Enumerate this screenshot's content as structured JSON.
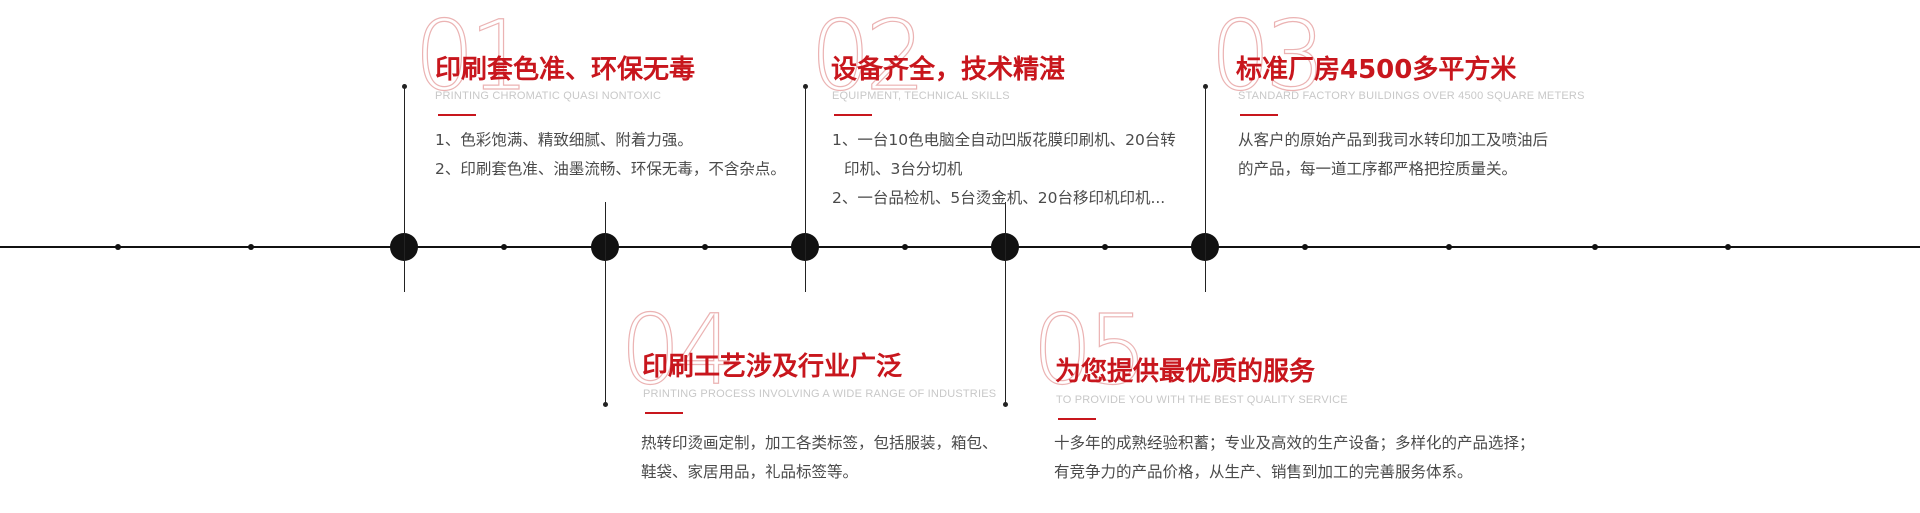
{
  "items": [
    {
      "number": "01",
      "title": "印刷套色准、环保无毒",
      "subtitle": "PRINTING CHROMATIC QUASI NONTOXIC",
      "lines": [
        "1、色彩饱满、精致细腻、附着力强。",
        "2、印刷套色准、油墨流畅、环保无毒，不含杂点。"
      ]
    },
    {
      "number": "02",
      "title": "设备齐全，技术精湛",
      "subtitle": "EQUIPMENT, TECHNICAL SKILLS",
      "lines": [
        "1、一台10色电脑全自动凹版花膜印刷机、20台转",
        "  印机、3台分切机",
        "2、一台品检机、5台烫金机、20台移印机印机..."
      ]
    },
    {
      "number": "03",
      "title": "标准厂房4500多平方米",
      "subtitle": "STANDARD FACTORY BUILDINGS OVER 4500 SQUARE METERS",
      "lines": [
        "从客户的原始产品到我司水转印加工及喷油后",
        "的产品，每一道工序都严格把控质量关。"
      ]
    },
    {
      "number": "04",
      "title": "印刷工艺涉及行业广泛",
      "subtitle": "PRINTING PROCESS INVOLVING A WIDE RANGE OF INDUSTRIES",
      "lines": [
        "热转印烫画定制，加工各类标签，包括服装，箱包、",
        "鞋袋、家居用品，礼品标签等。"
      ]
    },
    {
      "number": "05",
      "title": "为您提供最优质的服务",
      "subtitle": "TO PROVIDE YOU WITH THE BEST QUALITY SERVICE",
      "lines": [
        "十多年的成熟经验积蓄；专业及高效的生产设备；多样化的产品选择；",
        "有竞争力的产品价格，从生产、销售到加工的完善服务体系。"
      ]
    }
  ]
}
